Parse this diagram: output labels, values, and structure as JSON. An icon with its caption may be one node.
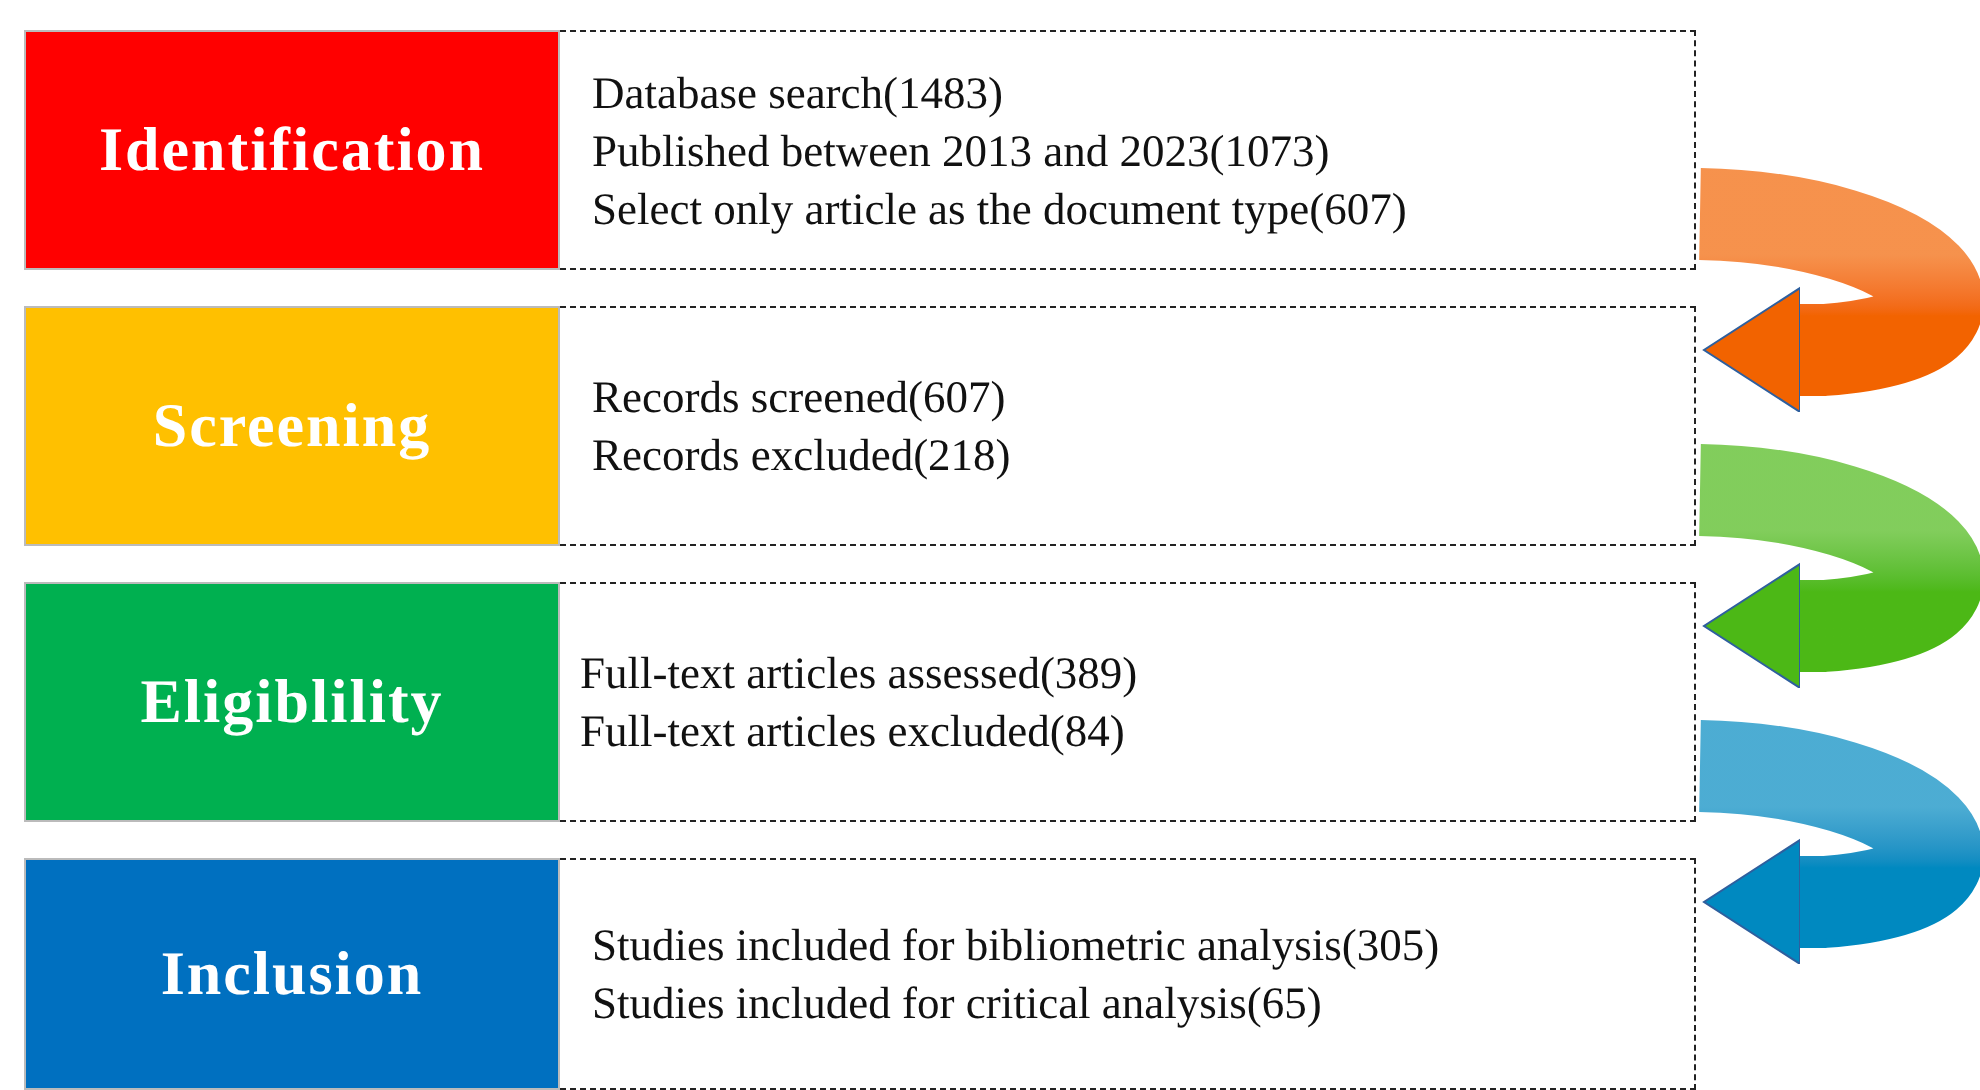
{
  "diagram": {
    "nodes": [
      {
        "text": [
          "Identification"
        ]
      },
      {
        "text": [
          "Database search(1483)",
          "Published between 2013 and 2023(1073)",
          "Select only article as the document type(607)"
        ]
      },
      {
        "text": [
          "Screening"
        ]
      },
      {
        "text": [
          "Records screened(607)",
          "Records excluded(218)"
        ]
      },
      {
        "text": [
          "Eligiblility"
        ]
      },
      {
        "text": [
          "Full-text articles assessed(389)",
          "Full-text articles excluded(84)"
        ]
      },
      {
        "text": [
          "Inclusion"
        ]
      },
      {
        "text": [
          "Studies included for bibliometric analysis(305)",
          "Studies included for critical analysis(65)"
        ]
      }
    ],
    "edges": [
      {
        "from": 1,
        "to": 3,
        "arrow": "to",
        "color": "#f26300"
      },
      {
        "from": 3,
        "to": 5,
        "arrow": "to",
        "color": "#4cb816"
      },
      {
        "from": 5,
        "to": 7,
        "arrow": "to",
        "color": "#0089c0"
      }
    ]
  }
}
